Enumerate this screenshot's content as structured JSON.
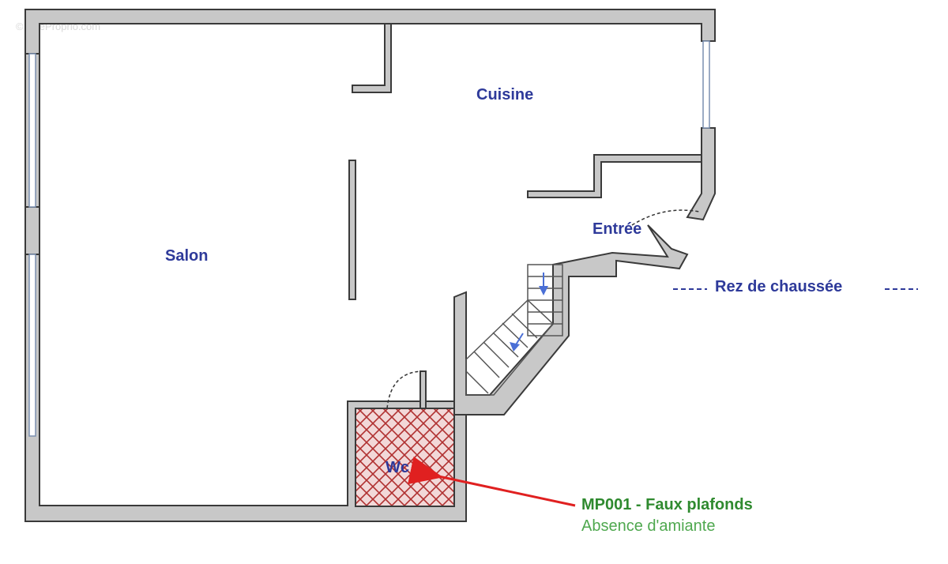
{
  "watermark": "© EtreProprio.com",
  "rooms": {
    "salon": "Salon",
    "cuisine": "Cuisine",
    "entree": "Entrée",
    "wc": "Wc"
  },
  "level": {
    "label": "Rez de chaussée"
  },
  "note": {
    "title": "MP001 - Faux plafonds",
    "subtitle": "Absence d'amiante"
  },
  "colors": {
    "room_text": "#2e3a9a",
    "note_title": "#2f8a2f",
    "note_subtitle": "#4fa84f",
    "arrow": "#e02020",
    "wc_hatch": "#b03030",
    "wall_fill": "#c8c8c8"
  },
  "icons": {
    "arrow": "arrow-pointer-icon",
    "stairs": "staircase-icon"
  }
}
